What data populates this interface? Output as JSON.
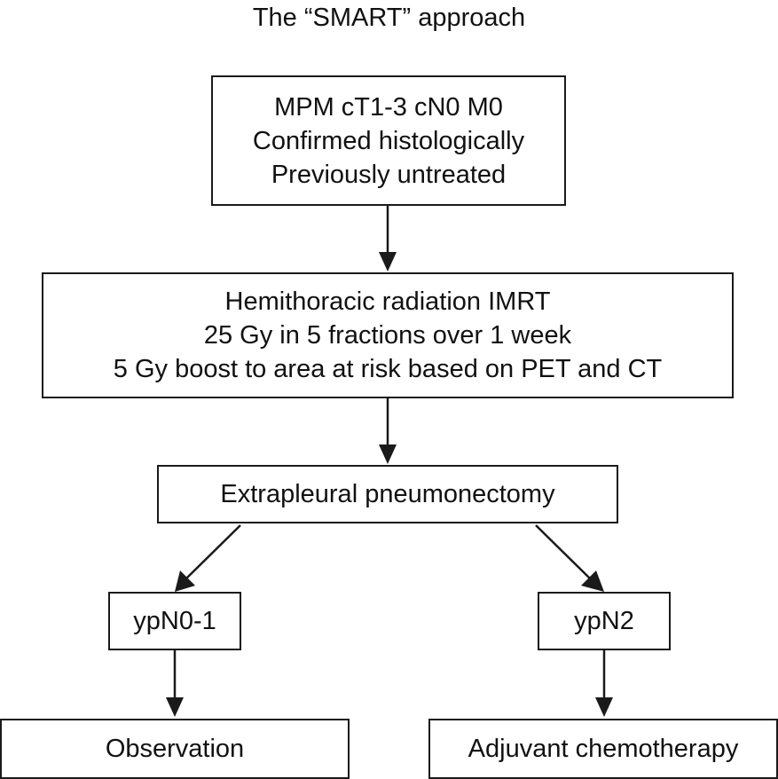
{
  "title": "The “SMART” approach",
  "nodes": {
    "criteria": {
      "lines": [
        "MPM cT1-3 cN0 M0",
        "Confirmed histologically",
        "Previously untreated"
      ]
    },
    "radiation": {
      "lines": [
        "Hemithoracic radiation IMRT",
        "25 Gy in 5 fractions over 1 week",
        "5 Gy boost to area at risk based on PET and CT"
      ]
    },
    "surgery": {
      "label": "Extrapleural pneumonectomy"
    },
    "ypn01": {
      "label": "ypN0-1"
    },
    "ypn2": {
      "label": "ypN2"
    },
    "observation": {
      "label": "Observation"
    },
    "chemo": {
      "label": "Adjuvant chemotherapy"
    }
  },
  "edges": [
    {
      "from": "criteria",
      "to": "radiation"
    },
    {
      "from": "radiation",
      "to": "surgery"
    },
    {
      "from": "surgery",
      "to": "ypn01"
    },
    {
      "from": "surgery",
      "to": "ypn2"
    },
    {
      "from": "ypn01",
      "to": "observation"
    },
    {
      "from": "ypn2",
      "to": "chemo"
    }
  ],
  "colors": {
    "line": "#1a1a1a",
    "text": "#111111",
    "background": "#ffffff"
  }
}
